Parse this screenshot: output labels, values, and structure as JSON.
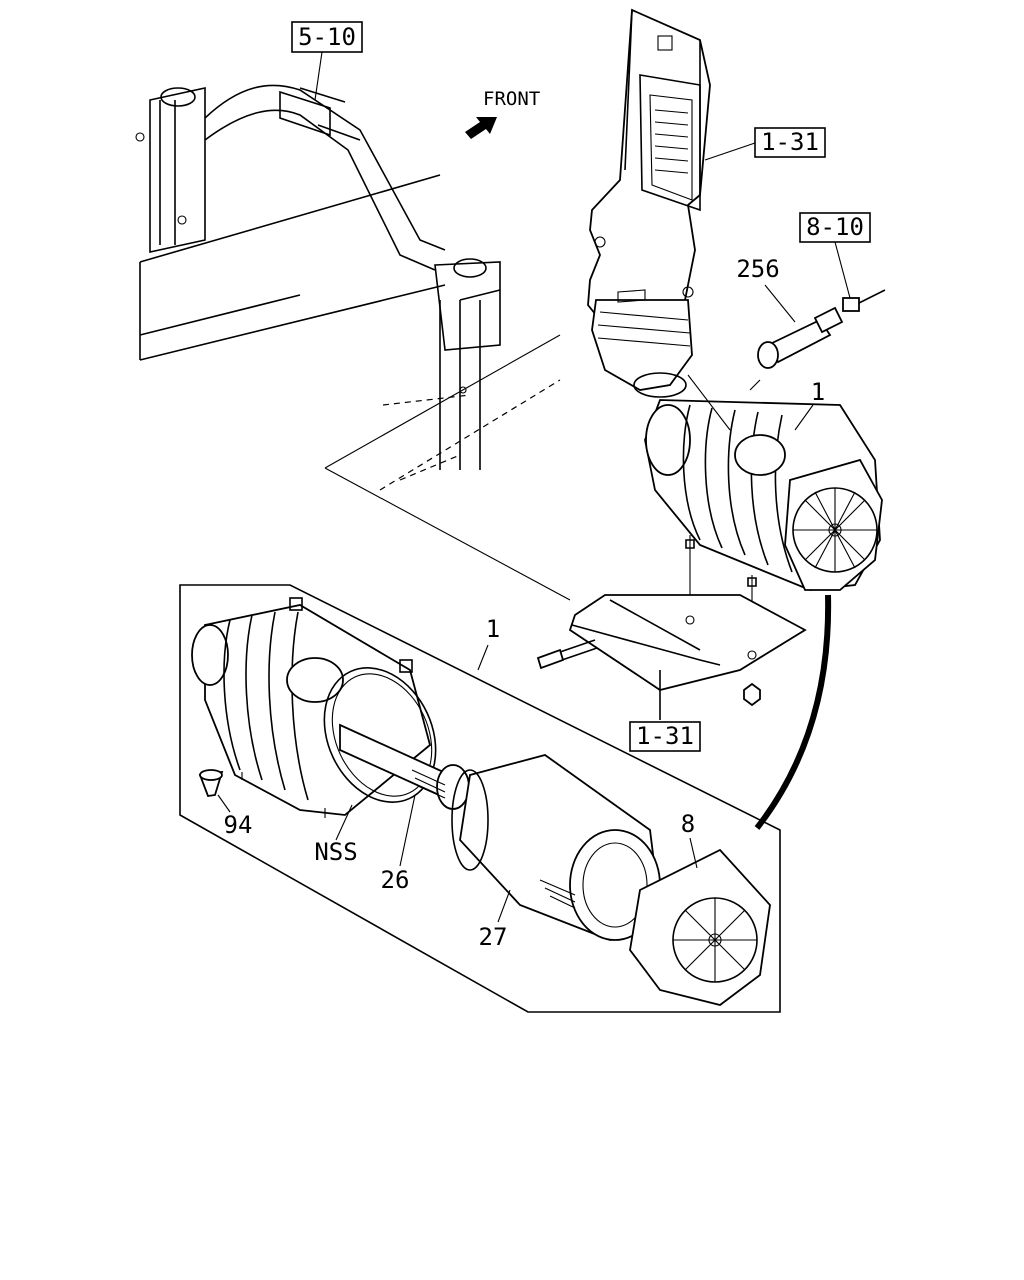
{
  "direction": {
    "text": "FRONT"
  },
  "references": {
    "ref_5_10": "5-10",
    "ref_1_31_top": "1-31",
    "ref_8_10": "8-10",
    "ref_1_31_bottom": "1-31"
  },
  "callouts": {
    "c256": "256",
    "c1_top": "1",
    "c1_bottom": "1",
    "c94": "94",
    "cNSS": "NSS",
    "c26": "26",
    "c8": "8",
    "c27": "27"
  }
}
